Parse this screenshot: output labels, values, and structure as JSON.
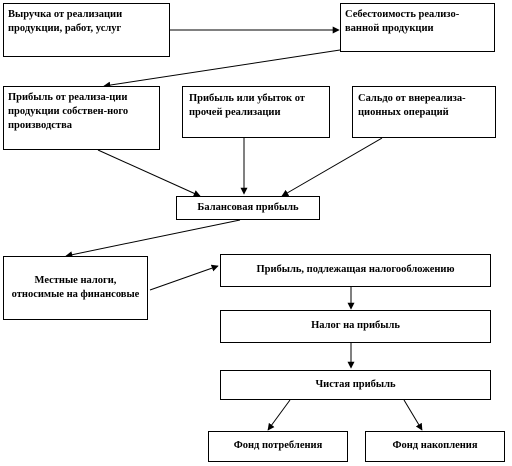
{
  "boxes": {
    "revenue": "Выручка от реализации продукции, работ, услуг",
    "cost": "Себестоимость реализо-ванной продукции",
    "sales_profit": "Прибыль от реализа-ции продукции собствен-ного производства",
    "other_sales": "Прибыль или убыток от прочей реализации",
    "non_sales": "Сальдо от внереализа-ционных операций",
    "balance_profit": "Балансовая прибыль",
    "local_taxes": "Местные налоги, относимые на финансовые",
    "taxable_profit": "Прибыль, подлежащая налогообложению",
    "profit_tax": "Налог на прибыль",
    "net_profit": "Чистая прибыль",
    "consumption_fund": "Фонд потребления",
    "accumulation_fund": "Фонд накопления"
  }
}
